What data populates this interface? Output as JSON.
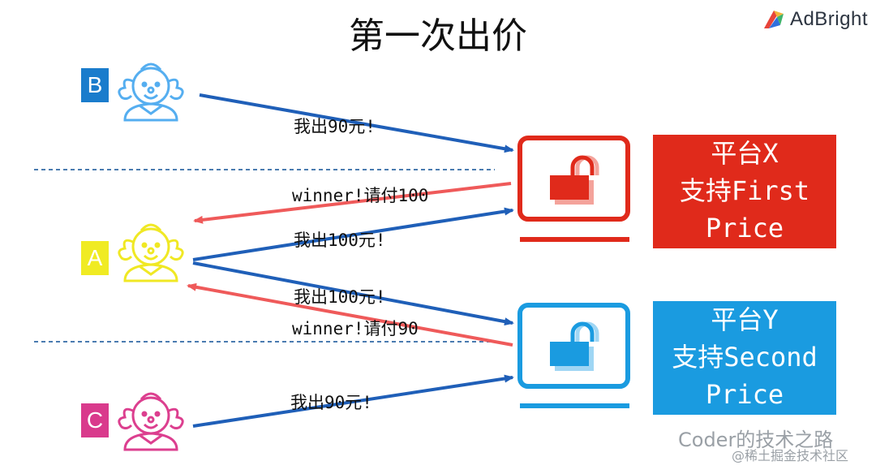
{
  "title": "第一次出价",
  "brand": {
    "name": "AdBright",
    "icon": "adbright-logo-icon"
  },
  "bidders": [
    {
      "label": "B",
      "color": "#1a7ccc",
      "avatar_color": "#55aef0",
      "icon": "clown-avatar-icon"
    },
    {
      "label": "A",
      "color": "#f0eb23",
      "avatar_color": "#f0e824",
      "icon": "clown-avatar-icon"
    },
    {
      "label": "C",
      "color": "#d93a8c",
      "avatar_color": "#dc3f8f",
      "icon": "clown-avatar-icon"
    }
  ],
  "messages": {
    "b_bid": "我出90元!",
    "x_reply": "winner!请付100",
    "a_bid_x": "我出100元!",
    "a_bid_y": "我出100元!",
    "y_reply": "winner!请付90",
    "c_bid": "我出90元!"
  },
  "platforms": [
    {
      "name": "平台X",
      "support": "支持First",
      "price": "Price",
      "color": "#e02a1b",
      "icon": "monitor-unlock-icon"
    },
    {
      "name": "平台Y",
      "support": "支持Second",
      "price": "Price",
      "color": "#1a9be0",
      "icon": "monitor-unlock-icon"
    }
  ],
  "colors": {
    "bid_arrow": "#1f5fb8",
    "reply_arrow": "#ef5a5a",
    "divider": "#4a7bb0"
  },
  "watermark": {
    "line1": "Coder的技术之路",
    "line2": "@稀土掘金技术社区"
  }
}
